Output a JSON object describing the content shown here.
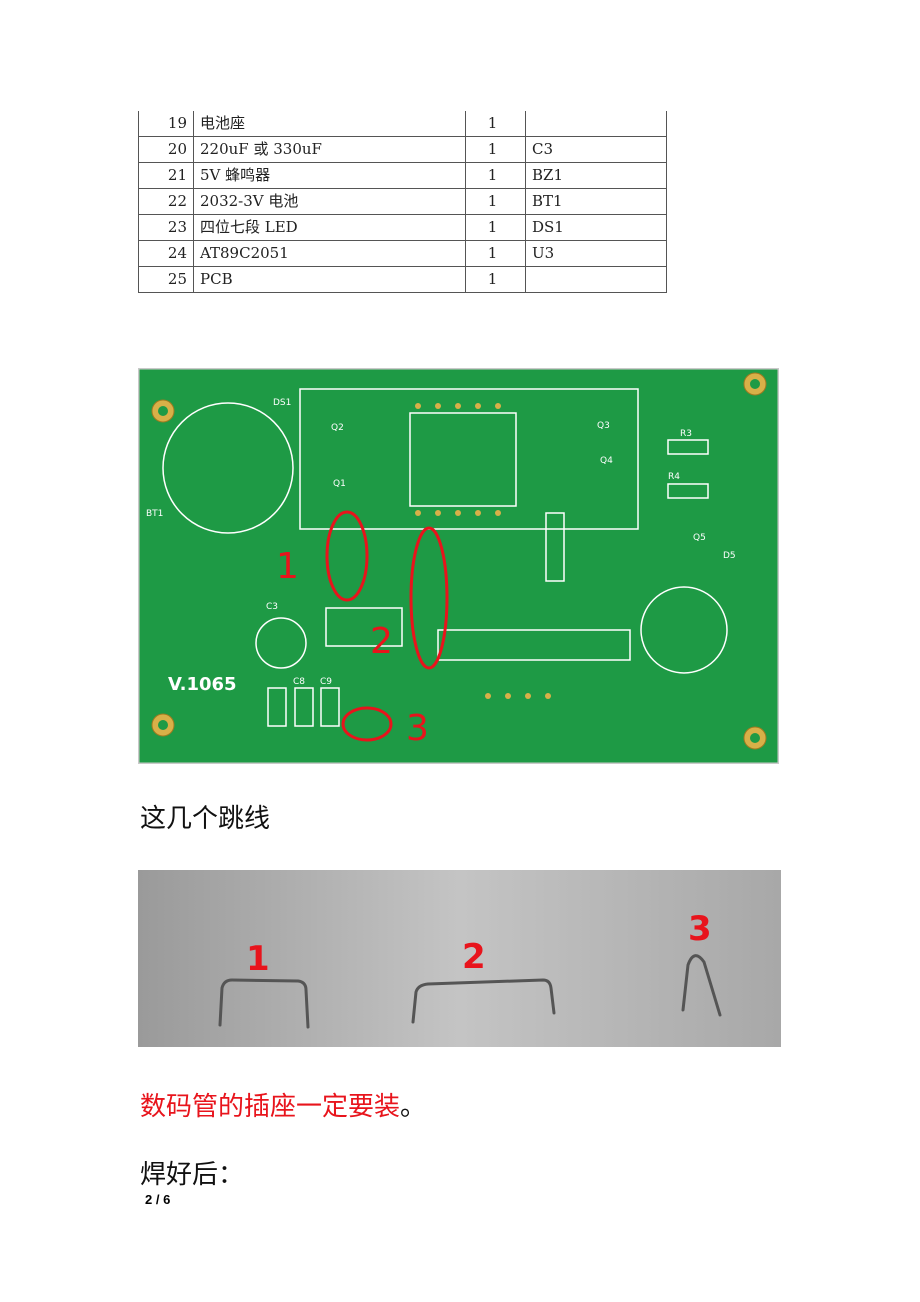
{
  "table": {
    "rows": [
      {
        "no": "19",
        "name": "电池座",
        "qty": "1",
        "ref": ""
      },
      {
        "no": "20",
        "name": "220uF 或 330uF",
        "qty": "1",
        "ref": "C3"
      },
      {
        "no": "21",
        "name": "5V 蜂鸣器",
        "qty": "1",
        "ref": "BZ1"
      },
      {
        "no": "22",
        "name": "2032-3V 电池",
        "qty": "1",
        "ref": "BT1"
      },
      {
        "no": "23",
        "name": "四位七段 LED",
        "qty": "1",
        "ref": "DS1"
      },
      {
        "no": "24",
        "name": "AT89C2051",
        "qty": "1",
        "ref": "U3"
      },
      {
        "no": "25",
        "name": "PCB",
        "qty": "1",
        "ref": ""
      }
    ]
  },
  "pcb_image": {
    "version": "V.1065",
    "markers": [
      "1",
      "2",
      "3"
    ],
    "labels": {
      "ds1": "DS1",
      "bt1": "BT1",
      "c3": "C3",
      "q1": "Q1",
      "q2": "Q2",
      "q3": "Q3",
      "q4": "Q4",
      "q5": "Q5",
      "r3": "R3",
      "r4": "R4",
      "d5": "D5",
      "c8": "C8",
      "c9": "C9"
    }
  },
  "caption1": "这几个跳线",
  "wires_image": {
    "markers": [
      "1",
      "2",
      "3"
    ]
  },
  "note_red": "数码管的插座一定要装",
  "note_end": "。",
  "caption2": "焊好后：",
  "page_number": "2 / 6"
}
